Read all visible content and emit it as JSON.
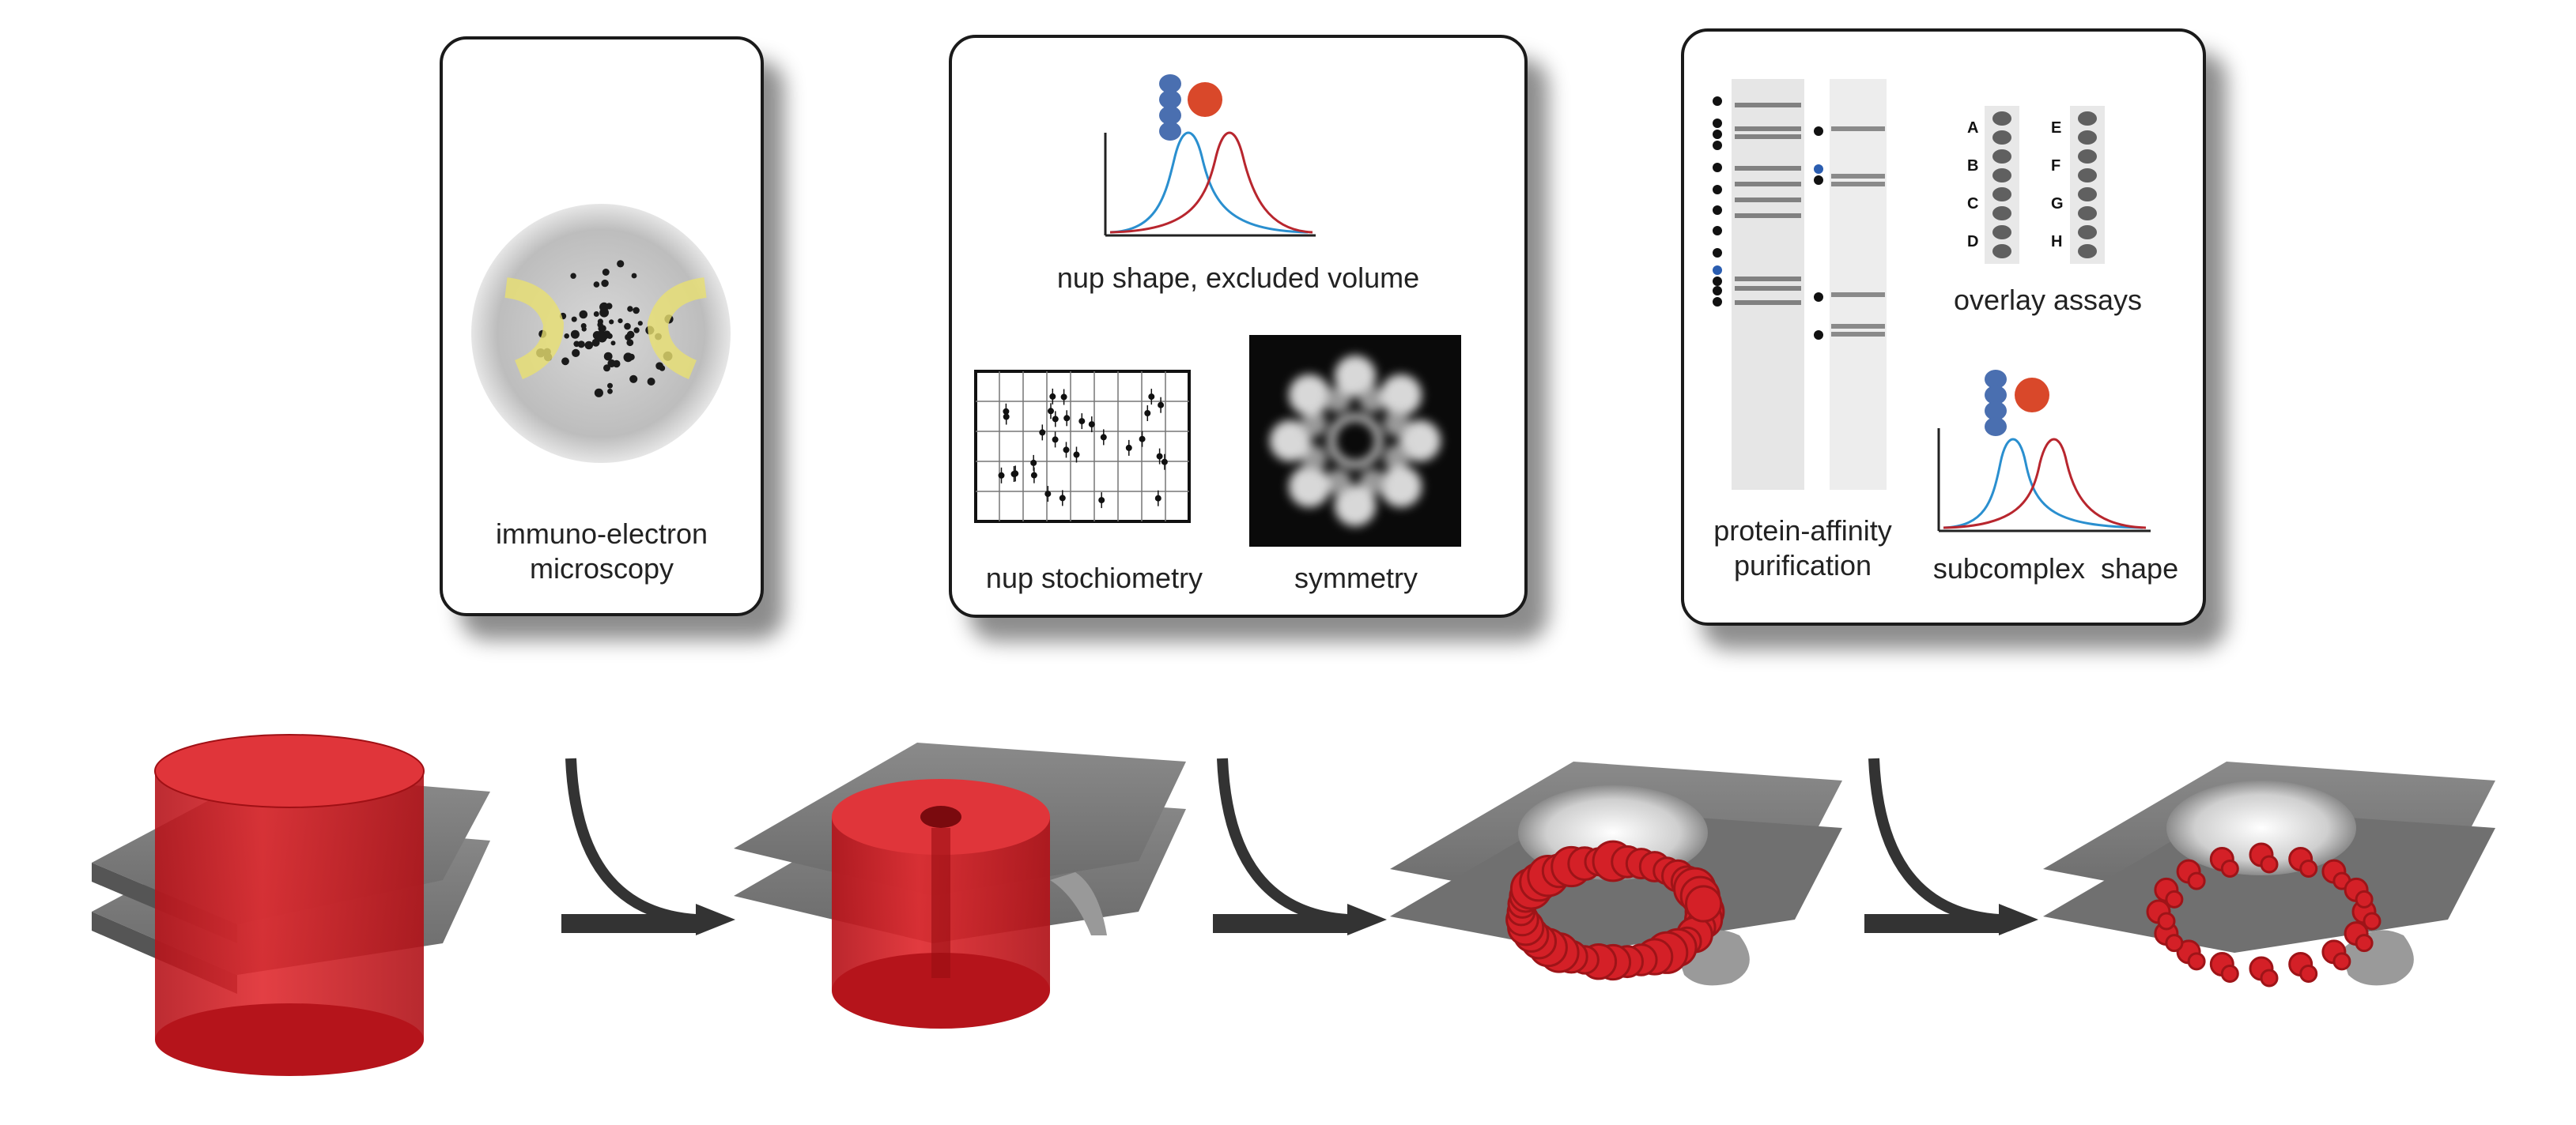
{
  "panels": {
    "immuno": {
      "caption_line1": "immuno-electron",
      "caption_line2": "microscopy"
    },
    "middle": {
      "shape_caption": "nup shape, excluded volume",
      "stoich_caption": "nup stochiometry",
      "symmetry_caption": "symmetry"
    },
    "right": {
      "purif_caption_line1": "protein-affinity",
      "purif_caption_line2": "purification",
      "overlay_caption": "overlay assays",
      "subcomplex_caption": "subcomplex  shape",
      "lanes_left": [
        "A",
        "B",
        "C",
        "D"
      ],
      "lanes_right": [
        "E",
        "F",
        "G",
        "H"
      ]
    }
  },
  "colors": {
    "blue_curve": "#2a8fcf",
    "red_curve": "#b8262e",
    "model_red": "#d42027",
    "membrane_gray": "#6e6e6e",
    "arrow": "#333333",
    "highlight_yellow": "#e8e070"
  },
  "icons": [
    "sphere-chain-icon",
    "red-sphere-icon",
    "flow-arrow-icon"
  ]
}
